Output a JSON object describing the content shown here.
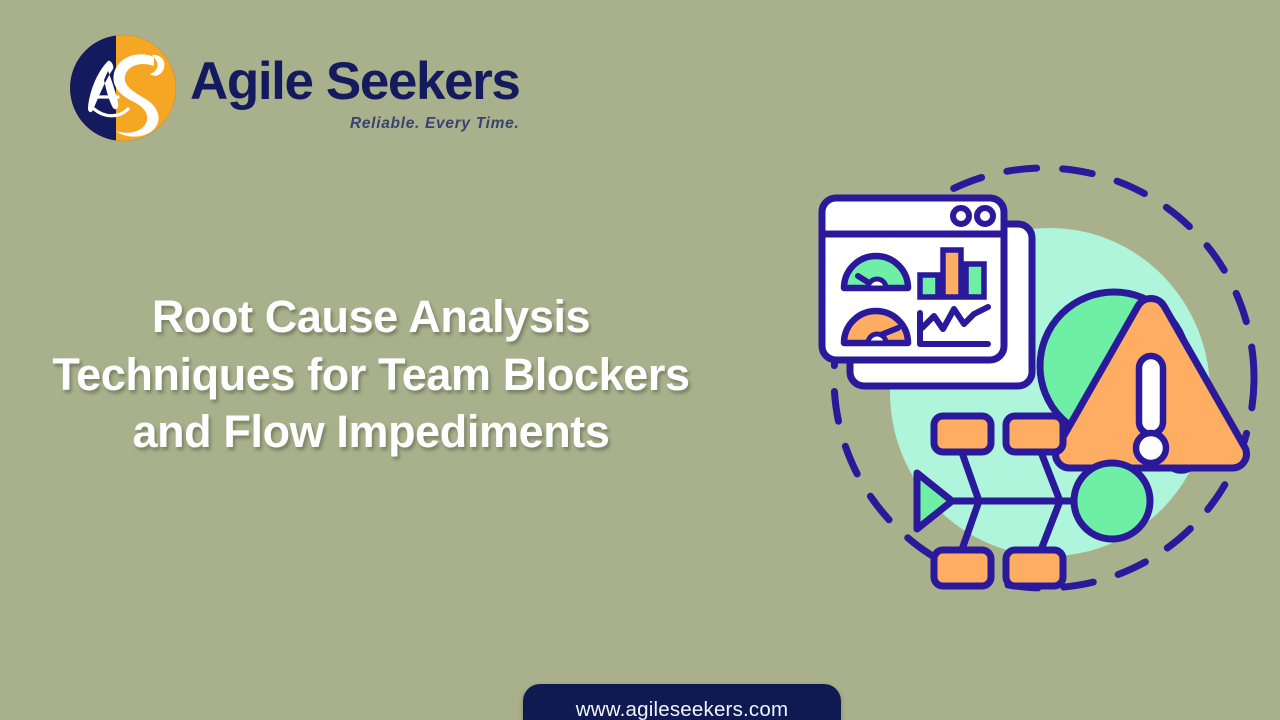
{
  "background_color": "#a9b08c",
  "brand": {
    "name": "Agile Seekers",
    "tagline": "Reliable. Every Time.",
    "logo_icon": "agile-seekers-swan-monogram-icon",
    "name_color": "#131b5e",
    "tagline_color": "#3a4272",
    "logo_navy": "#131b5e",
    "logo_orange": "#f5a623"
  },
  "headline": {
    "line1": "Root Cause Analysis",
    "line2": "Techniques for Team Blockers",
    "line3": "and Flow Impediments",
    "color": "#ffffff"
  },
  "illustration": {
    "name": "root-cause-analysis-illustration",
    "elements": [
      "dashed-circle-outline",
      "mint-blob-backdrop",
      "analytics-dashboard-window",
      "gauge-chart-green",
      "gauge-chart-orange",
      "bar-chart",
      "line-chart",
      "magnifier-icon",
      "warning-triangle-icon",
      "fishbone-diagram"
    ],
    "colors": {
      "stroke_navy": "#2a199b",
      "mint_blob": "#aef5dc",
      "green": "#6fefa6",
      "orange": "#ffad63",
      "white": "#ffffff"
    }
  },
  "footer": {
    "url": "www.agileseekers.com",
    "pill_color": "#101a52",
    "text_color": "#f2f4fb"
  }
}
